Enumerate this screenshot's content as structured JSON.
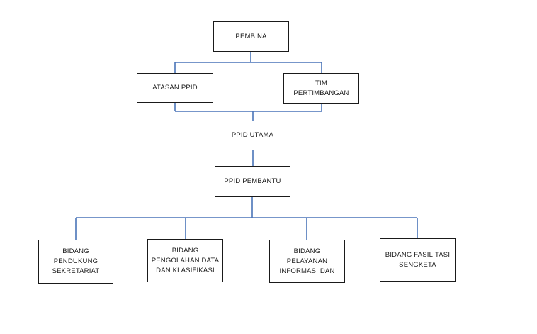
{
  "org_chart": {
    "pembina": "PEMBINA",
    "atasan_ppid": "ATASAN PPID",
    "tim_pertimbangan": "TIM\nPERTIMBANGAN",
    "ppid_utama": "PPID UTAMA",
    "ppid_pembantu": "PPID PEMBANTU",
    "bidang_pendukung": "BIDANG\nPENDUKUNG\nSEKRETARIAT",
    "bidang_pengolahan": "BIDANG\nPENGOLAHAN DATA\nDAN KLASIFIKASI",
    "bidang_pelayanan": "BIDANG\nPELAYANAN\nINFORMASI DAN",
    "bidang_fasilitasi": "BIDANG FASILITASI\nSENGKETA"
  },
  "colors": {
    "connector": "#4a74b8",
    "box_border": "#1a1a1a",
    "text": "#1a1a1a"
  }
}
